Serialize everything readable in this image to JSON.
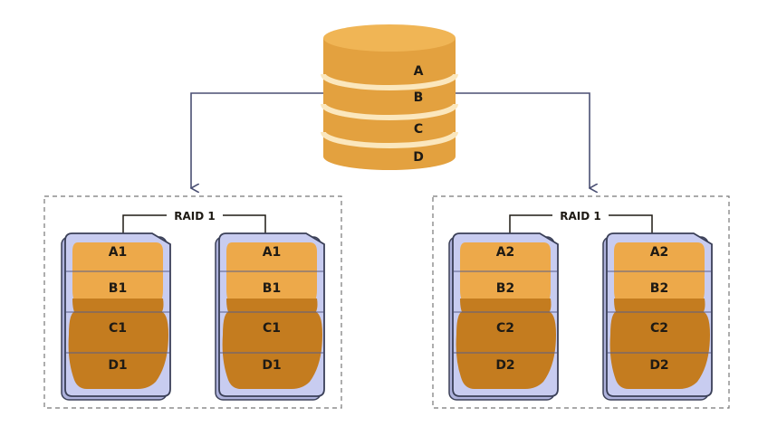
{
  "colors": {
    "disk_light": "#f0b555",
    "disk_mid": "#e3a13f",
    "disk_dark": "#c77f22",
    "disk_band": "#fbe7bd",
    "drive_body": "#c8ccf0",
    "drive_border": "#3a3f57",
    "chunk_light": "#eda94a",
    "chunk_dark": "#c47c1f",
    "group_border": "#777777",
    "arrow": "#4a4f73"
  },
  "source_disk": {
    "icon": "database-icon",
    "labels": [
      "A",
      "B",
      "C",
      "D"
    ]
  },
  "groups": [
    {
      "label": "RAID 1",
      "drives": [
        {
          "icon": "drive-icon",
          "chunks": [
            "A1",
            "B1",
            "C1",
            "D1"
          ]
        },
        {
          "icon": "drive-icon",
          "chunks": [
            "A1",
            "B1",
            "C1",
            "D1"
          ]
        }
      ]
    },
    {
      "label": "RAID 1",
      "drives": [
        {
          "icon": "drive-icon",
          "chunks": [
            "A2",
            "B2",
            "C2",
            "D2"
          ]
        },
        {
          "icon": "drive-icon",
          "chunks": [
            "A2",
            "B2",
            "C2",
            "D2"
          ]
        }
      ]
    }
  ]
}
